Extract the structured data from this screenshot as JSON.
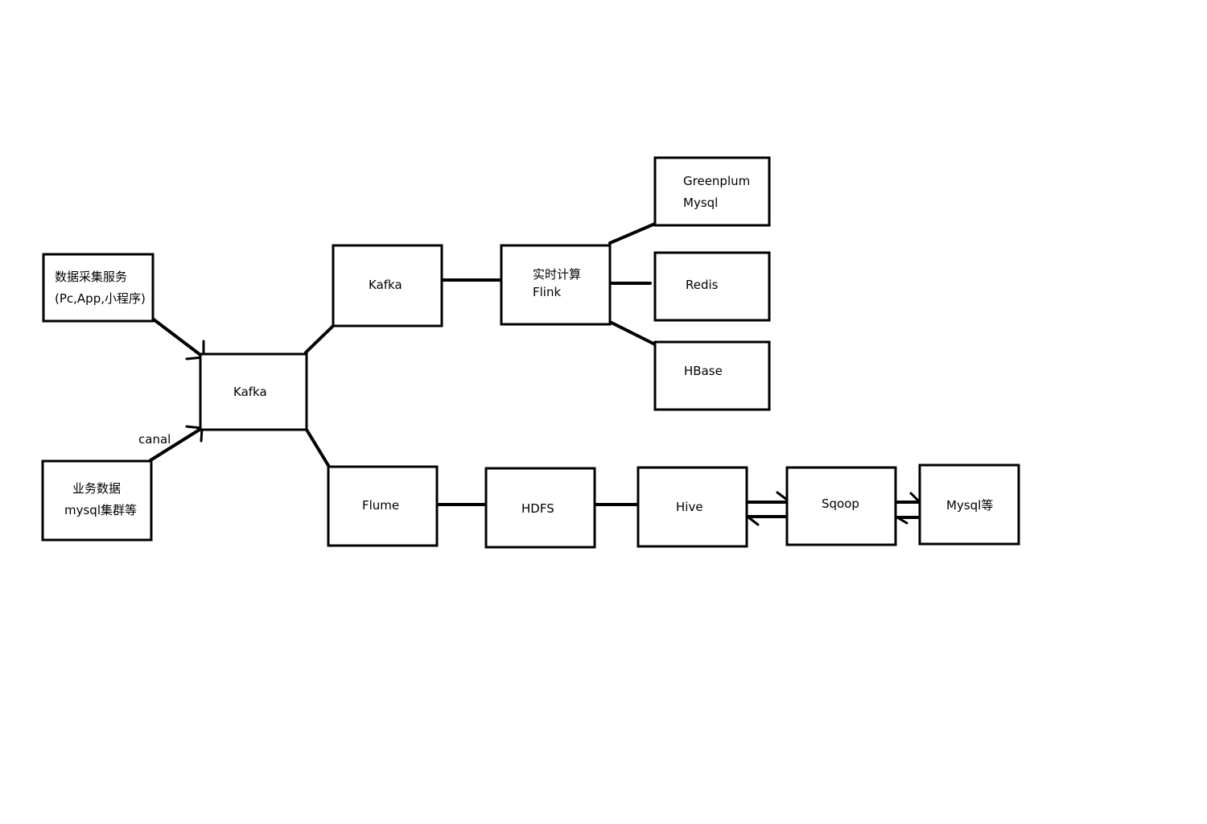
{
  "nodes": {
    "collect": {
      "lines": [
        "数据采集服务",
        "(Pc,App,小程序)"
      ]
    },
    "biz": {
      "lines": [
        "业务数据",
        "mysql集群等"
      ]
    },
    "kafka_main": {
      "lines": [
        "Kafka"
      ]
    },
    "kafka_rt": {
      "lines": [
        "Kafka"
      ]
    },
    "flink": {
      "lines": [
        "实时计算",
        "Flink"
      ]
    },
    "greenplum": {
      "lines": [
        "Greenplum",
        "Mysql"
      ]
    },
    "redis": {
      "lines": [
        "Redis"
      ]
    },
    "hbase": {
      "lines": [
        "HBase"
      ]
    },
    "flume": {
      "lines": [
        "Flume"
      ]
    },
    "hdfs": {
      "lines": [
        "HDFS"
      ]
    },
    "hive": {
      "lines": [
        "Hive"
      ]
    },
    "sqoop": {
      "lines": [
        "Sqoop"
      ]
    },
    "mysql_out": {
      "lines": [
        "Mysql等"
      ]
    }
  },
  "edges": {
    "canal_label": "canal"
  }
}
